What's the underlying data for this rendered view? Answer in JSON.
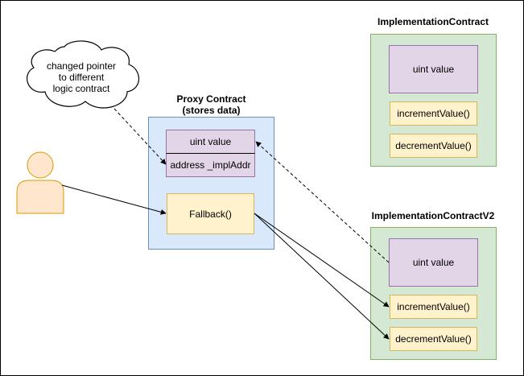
{
  "cloud": {
    "line1": "changed pointer",
    "line2": "to different",
    "line3": "logic contract"
  },
  "proxy": {
    "title_line1": "Proxy Contract",
    "title_line2": "(stores data)",
    "storage_value": "uint value",
    "storage_addr": "address _implAddr",
    "fallback": "Fallback()"
  },
  "impl_v1": {
    "title": "ImplementationContract",
    "value": "uint value",
    "increment": "incrementValue()",
    "decrement": "decrementValue()"
  },
  "impl_v2": {
    "title": "ImplementationContractV2",
    "value": "uint value",
    "increment": "incrementValue()",
    "decrement": "decrementValue()"
  },
  "colors": {
    "green_fill": "#d5e8d4",
    "green_stroke": "#82b366",
    "blue_fill": "#dae8fc",
    "blue_stroke": "#6c8ebf",
    "purple_fill": "#e1d5e7",
    "purple_stroke": "#9673a6",
    "yellow_fill": "#fff2cc",
    "yellow_stroke": "#d6b656",
    "user_fill": "#ffe6cc",
    "user_stroke": "#d79b00"
  }
}
